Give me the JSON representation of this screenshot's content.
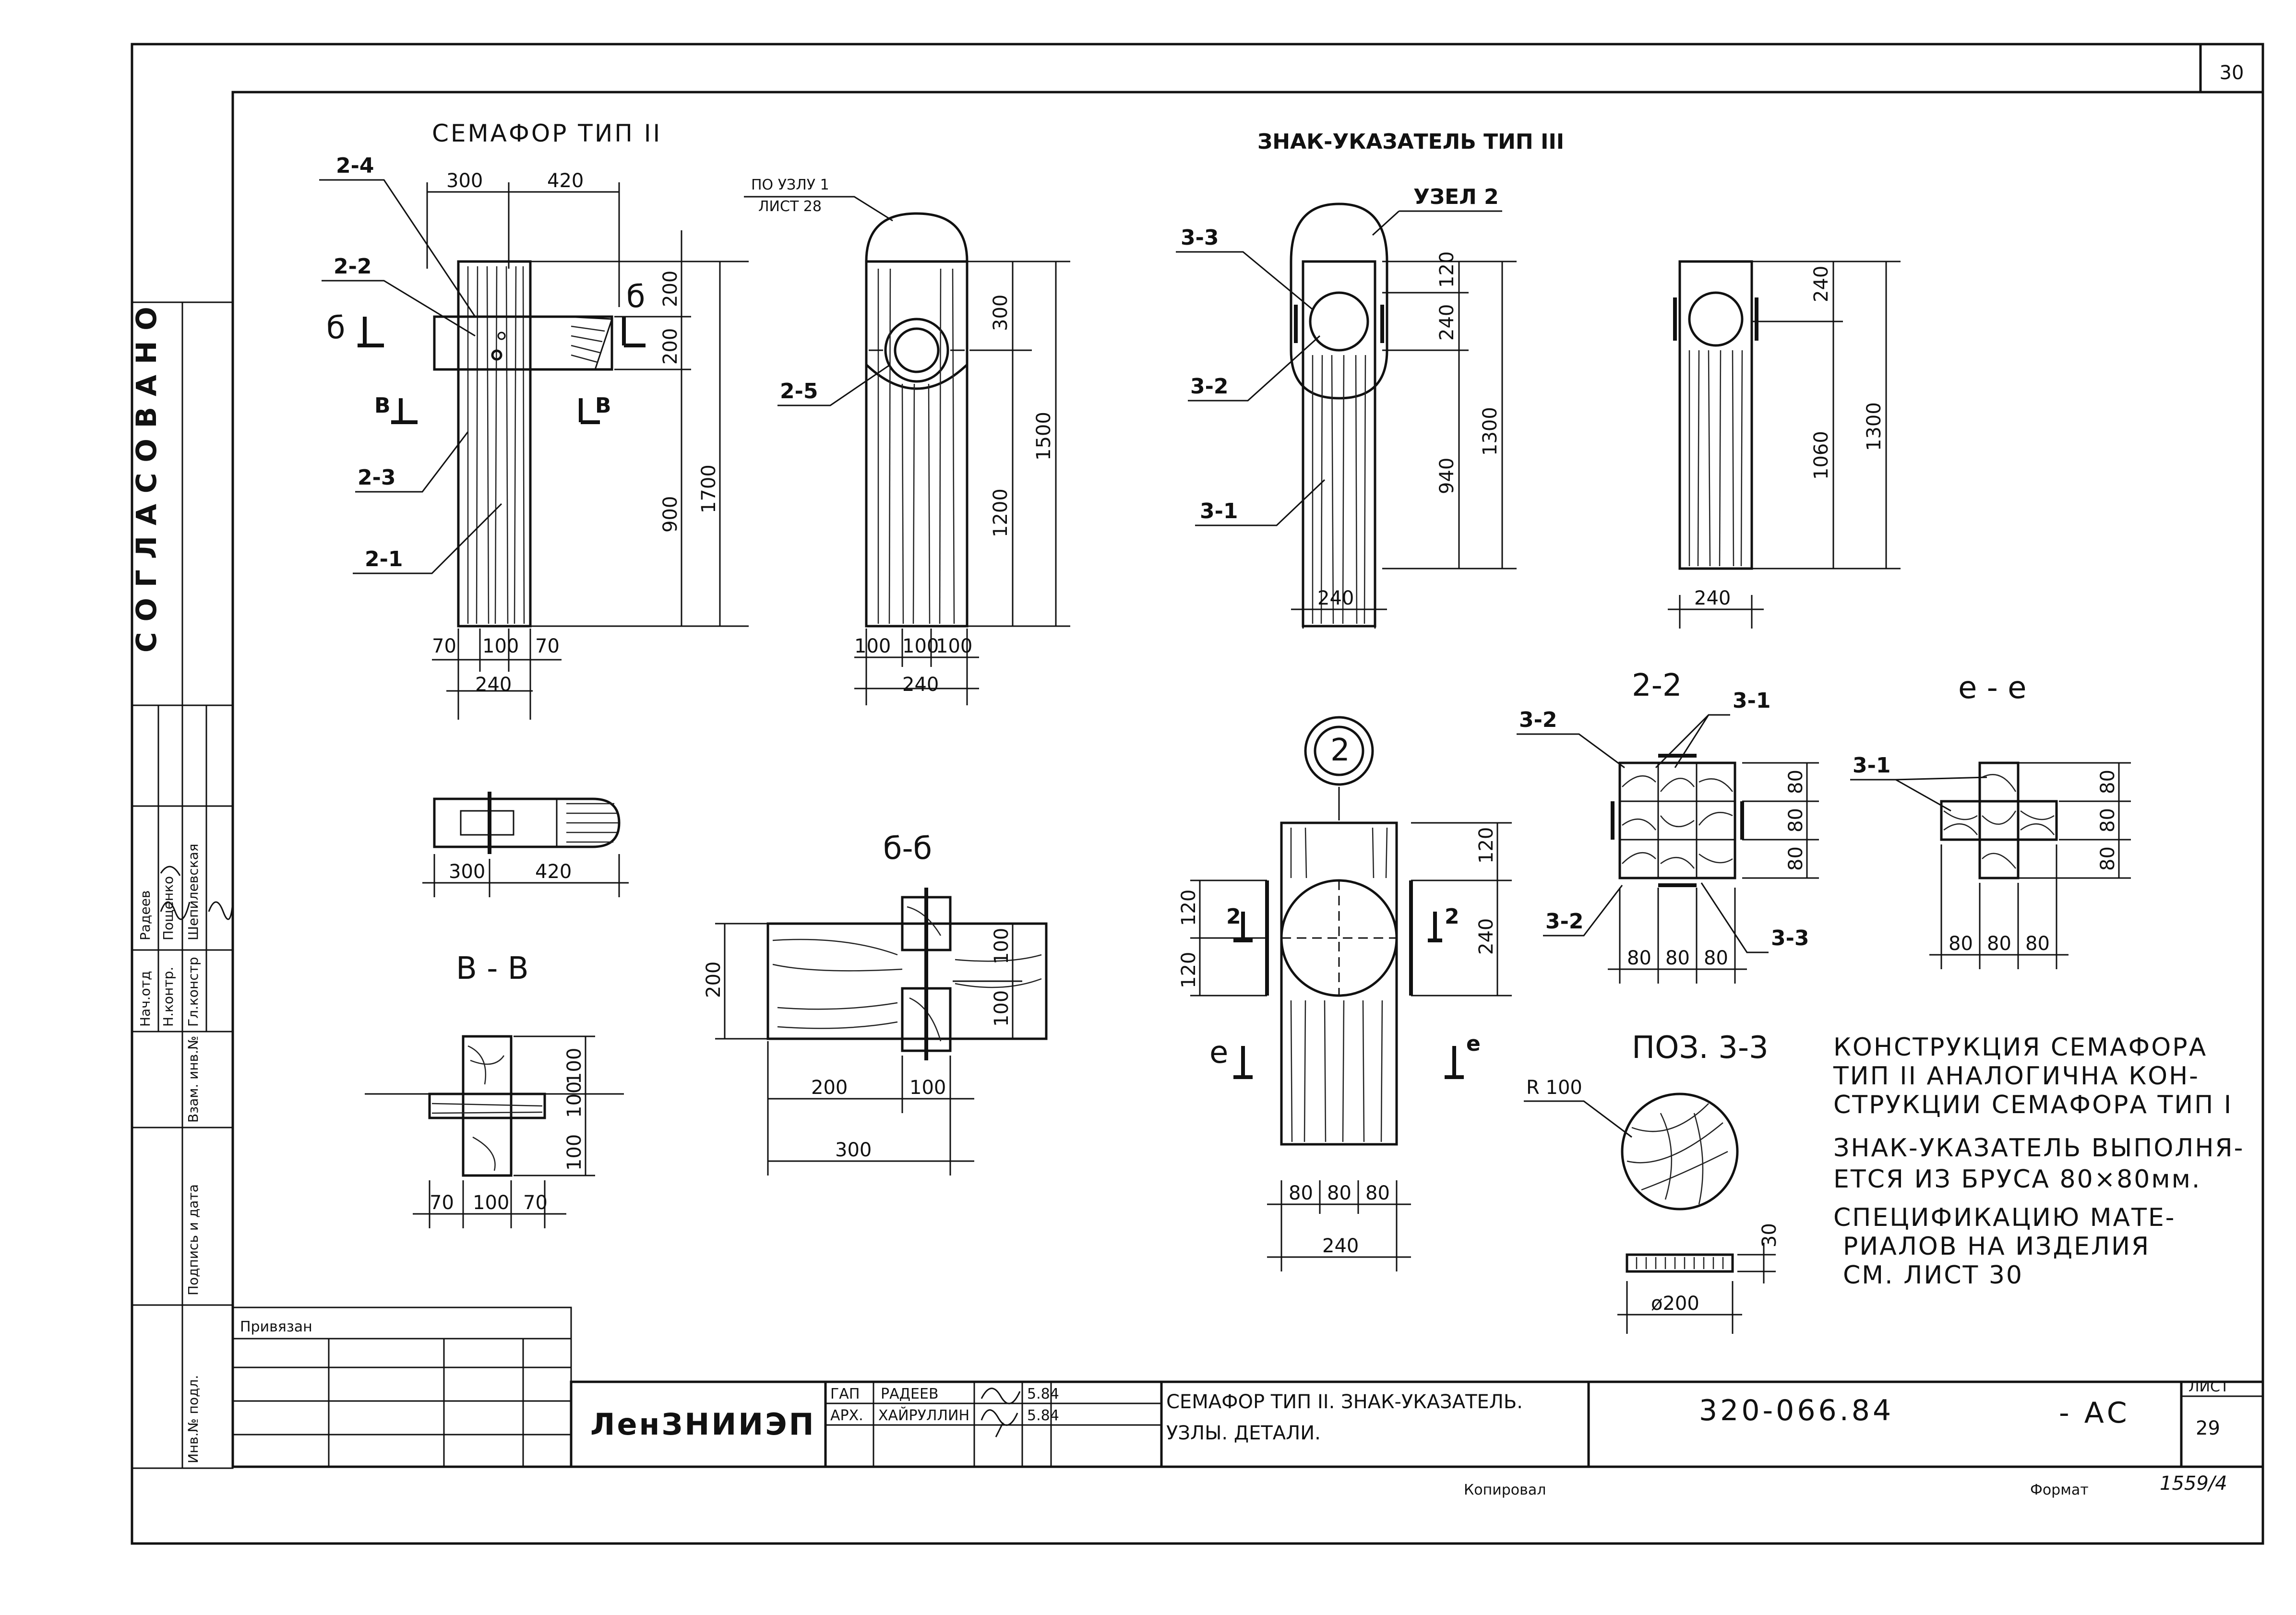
{
  "sheet_number": "30",
  "side_stamp": "СОГЛАСОВАНО",
  "views": {
    "semaphore_title": "СЕМАФОР  ТИП  II",
    "sign_title": "ЗНАК-УКАЗАТЕЛЬ  ТИП III",
    "ref_node1_line1": "ПО УЗЛУ 1",
    "ref_node1_line2": "ЛИСТ 28",
    "ref_node2": "УЗЕЛ 2",
    "sec_bb": "б-б",
    "sec_vv": "В - В",
    "sec_22": "2-2",
    "sec_ee": "е - е",
    "node2_mark": "2",
    "pos33": "ПОЗ. 3-3",
    "r100": "R 100"
  },
  "labels": {
    "p2_4": "2-4",
    "p2_2": "2-2",
    "p2_3": "2-3",
    "p2_1": "2-1",
    "p2_5": "2-5",
    "p3_3": "3-3",
    "p3_2": "3-2",
    "p3_1": "3-1",
    "cut_b": "б",
    "cut_v": "В",
    "cut_2": "2",
    "cut_e": "е"
  },
  "dims": {
    "d300": "300",
    "d420": "420",
    "d200": "200",
    "d900": "900",
    "d1700": "1700",
    "d70": "70",
    "d100": "100",
    "d240": "240",
    "d1200": "1200",
    "d1500": "1500",
    "d120": "120",
    "d940": "940",
    "d1300": "1300",
    "d1060": "1060",
    "d80": "80",
    "d30": "30",
    "dia200": "ø200"
  },
  "notes": [
    "КОНСТРУКЦИЯ СЕМАФОРА",
    "ТИП II АНАЛОГИЧНА КОН-",
    "СТРУКЦИИ СЕМАФОРА ТИП I",
    "ЗНАК-УКАЗАТЕЛЬ ВЫПОЛНЯ-",
    "ЕТСЯ ИЗ БРУСА 80×80мм.",
    "СПЕЦИФИКАЦИЮ МАТЕ-",
    "РИАЛОВ НА ИЗДЕЛИЯ",
    "СМ. ЛИСТ 30"
  ],
  "side_signatures": [
    [
      "Нач.отд",
      "Радеев",
      "",
      ""
    ],
    [
      "Н.контр.",
      "Пощенко",
      "",
      ""
    ],
    [
      "Гл.констр",
      "Шепилевская",
      "",
      ""
    ]
  ],
  "side_fields": [
    "Инв.№ подл.",
    "Подпись и дата",
    "Взам. инв.№"
  ],
  "title_block": {
    "bound_label": "Привязан",
    "org": "ЛенЗНИИЭП",
    "gap_role": "ГАП",
    "gap_name": "РАДЕЕВ",
    "gap_date": "5.84",
    "arch_role": "АРХ.",
    "arch_name": "ХАЙРУЛЛИН",
    "arch_date": "5.84",
    "title_line1": "СЕМАФОР ТИП II. ЗНАК-УКАЗАТЕЛЬ.",
    "title_line2": "УЗЛЫ. ДЕТАЛИ.",
    "code": "320-066.84",
    "mark": "- АС",
    "sheet_label": "ЛИСТ",
    "sheet_value": "29"
  },
  "footer": {
    "copied": "Копировал",
    "format": "Формат",
    "archive_no": "1559/4"
  }
}
